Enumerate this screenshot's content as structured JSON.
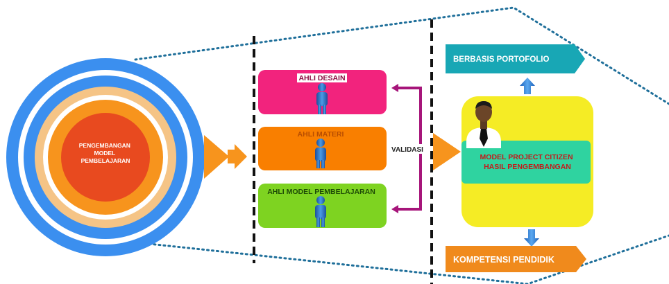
{
  "center": {
    "label_line1": "PENGEMBANGAN",
    "label_line2": "MODEL",
    "label_line3": "PEMBELAJARAN"
  },
  "experts": [
    {
      "label": "AHLI DESAIN",
      "color": "#f2237d",
      "text_color": "#8b0b3f"
    },
    {
      "label": "AHLI MATERI",
      "color": "#f97f00",
      "text_color": "#b84d00"
    },
    {
      "label": "AHLI MODEL PEMBELAJARAN",
      "color": "#7ed321",
      "text_color": "#1d4a06"
    }
  ],
  "validation": {
    "label": "VALIDASI",
    "bracket_color": "#a6157a"
  },
  "result": {
    "label_line1": "MODEL PROJECT CITIZEN",
    "label_line2": "HASIL PENGEMBANGAN",
    "panel_color": "#f5ec25",
    "label_bg": "#2fd3a0",
    "text_color": "#c41a1a"
  },
  "outputs": {
    "top": {
      "label": "BERBASIS PORTOFOLIO",
      "color": "#18a7b5"
    },
    "bottom": {
      "label": "KOMPETENSI PENDIDIK",
      "color": "#f08a1c"
    }
  },
  "colors": {
    "ring_blue": "#3b8fef",
    "ring_peach": "#f5c486",
    "ring_orange": "#f7941d",
    "core_red": "#e84a1f",
    "arrow_orange": "#f7941d",
    "dotted_line": "#1f6f9a"
  }
}
